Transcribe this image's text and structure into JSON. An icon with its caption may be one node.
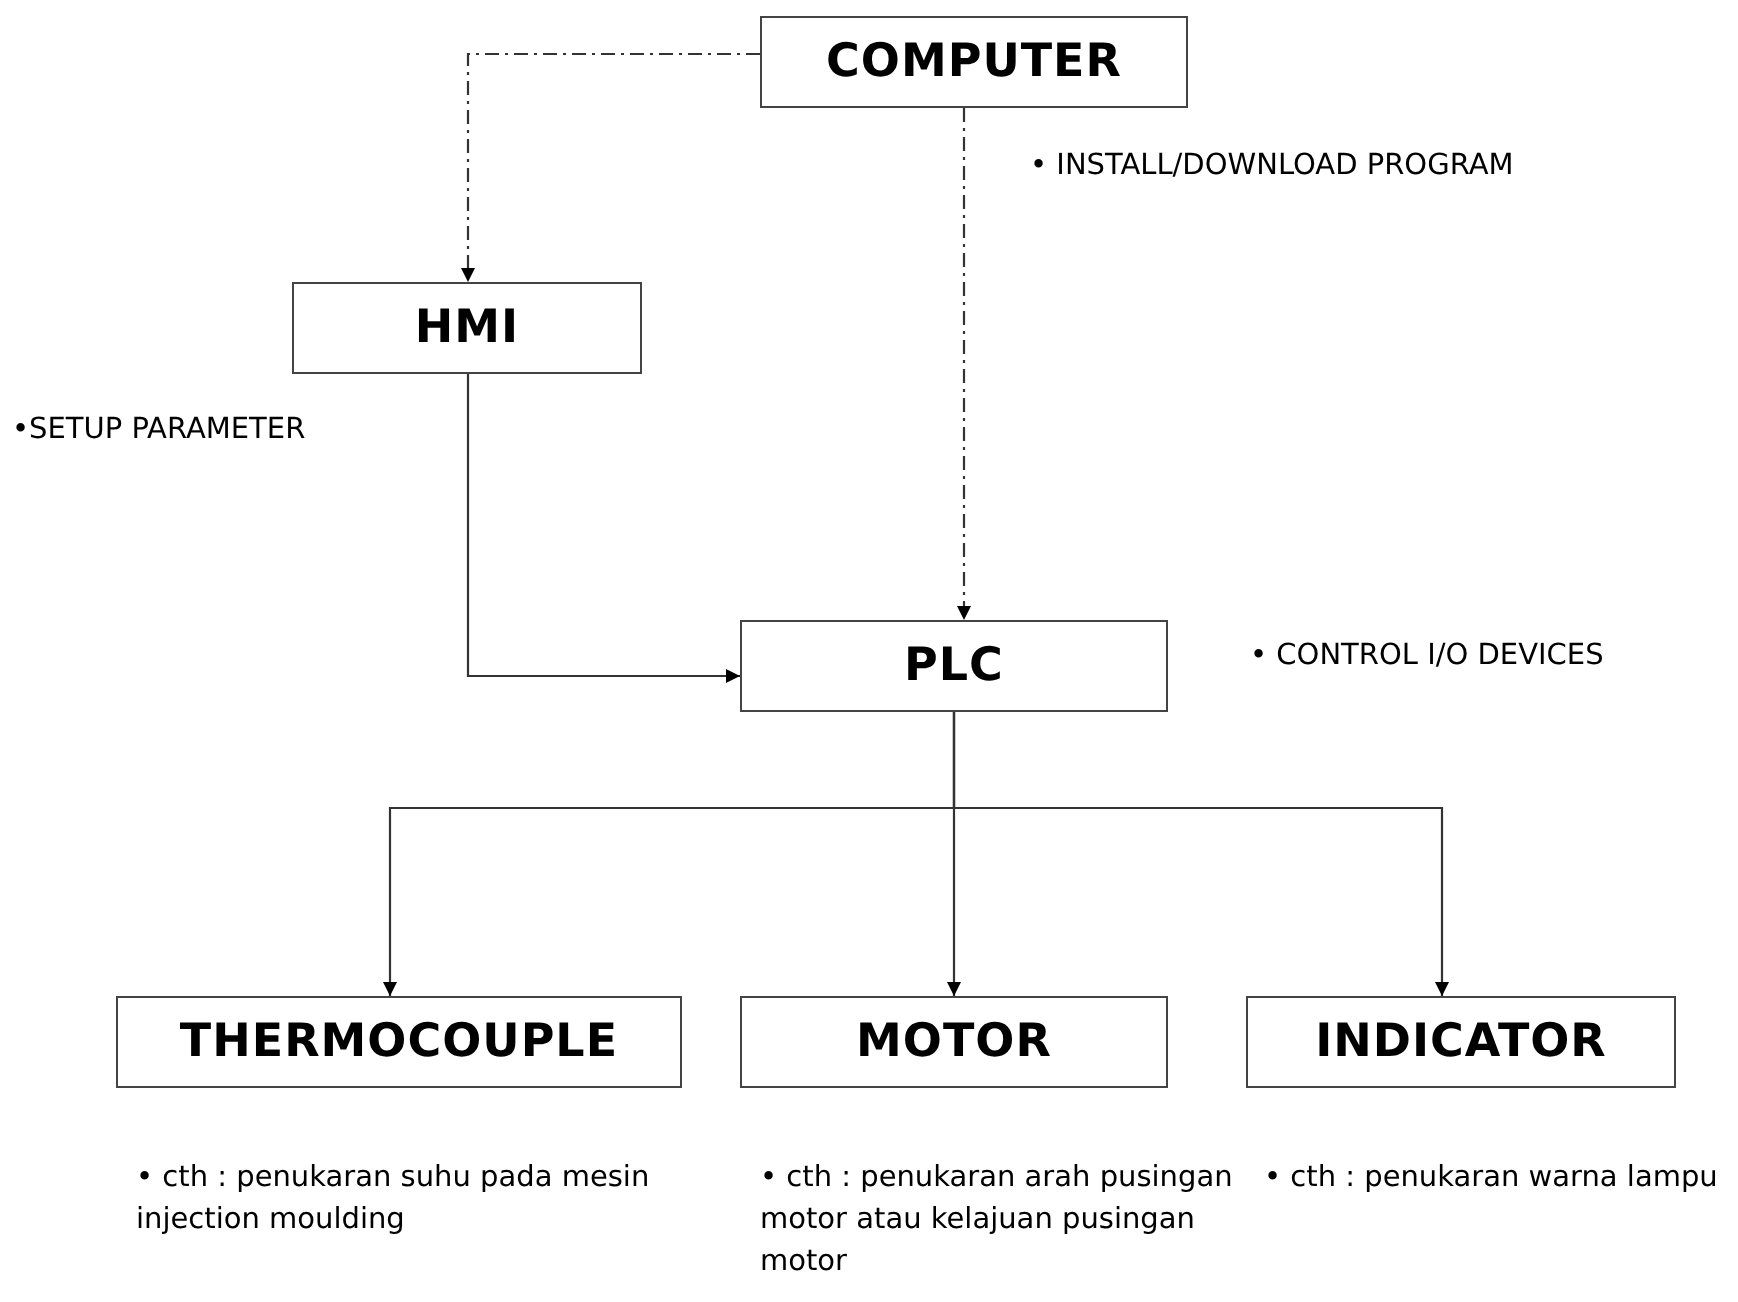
{
  "diagram": {
    "nodes": [
      {
        "text": [
          "COMPUTER"
        ]
      },
      {
        "text": [
          "HMI"
        ]
      },
      {
        "text": [
          "PLC"
        ],
        "beside": [
          "• CONTROL I/O DEVICES"
        ]
      },
      {
        "text": [
          "THERMOCOUPLE"
        ],
        "beside": [
          "• cth : penukaran suhu pada mesin injection moulding"
        ]
      },
      {
        "text": [
          "MOTOR"
        ],
        "beside": [
          "• cth : penukaran arah pusingan motor atau kelajuan pusingan motor"
        ]
      },
      {
        "text": [
          "INDICATOR"
        ],
        "beside": [
          "• cth : penukaran warna lampu"
        ]
      }
    ],
    "edges": [
      {
        "from": 0,
        "to": 1,
        "arrow": "to",
        "style": "dashed"
      },
      {
        "from": 0,
        "to": 2,
        "arrow": "to",
        "style": "dashed"
      },
      {
        "from": 1,
        "to": 2,
        "arrow": "to"
      },
      {
        "from": 2,
        "to": 3,
        "arrow": "to"
      },
      {
        "from": 2,
        "to": 4,
        "arrow": "to"
      },
      {
        "from": 2,
        "to": 5,
        "arrow": "to"
      }
    ],
    "labels": [
      "• INSTALL/DOWNLOAD PROGRAM",
      "•SETUP PARAMETER"
    ]
  }
}
